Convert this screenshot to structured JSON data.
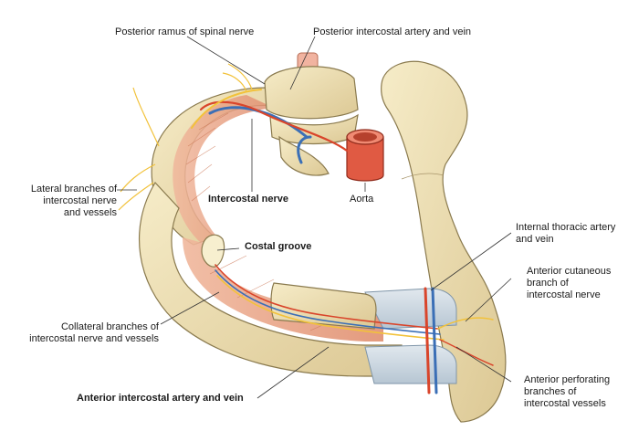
{
  "labels": {
    "posterior_ramus": "Posterior ramus of spinal nerve",
    "posterior_intercostal": "Posterior intercostal artery and vein",
    "lateral_branches": [
      "Lateral branches of",
      "intercostal nerve",
      "and vessels"
    ],
    "intercostal_nerve": "Intercostal nerve",
    "aorta": "Aorta",
    "costal_groove": "Costal groove",
    "internal_thoracic": [
      "Internal thoracic artery",
      "and vein"
    ],
    "anterior_cutaneous": [
      "Anterior cutaneous",
      "branch of",
      "intercostal nerve"
    ],
    "collateral_branches": [
      "Collateral branches of",
      "intercostal nerve and vessels"
    ],
    "anterior_perforating": [
      "Anterior perforating",
      "branches of",
      "intercostal vessels"
    ],
    "anterior_intercostal": "Anterior intercostal artery and vein"
  },
  "colors": {
    "bone": "#efe2b4",
    "bone_outline": "#8a7a4e",
    "muscle": "#e8a487",
    "artery": "#d9452b",
    "vein": "#3b6fb6",
    "nerve": "#f2c23a",
    "cartilage": "#cdd9e3",
    "leader": "#333333"
  }
}
